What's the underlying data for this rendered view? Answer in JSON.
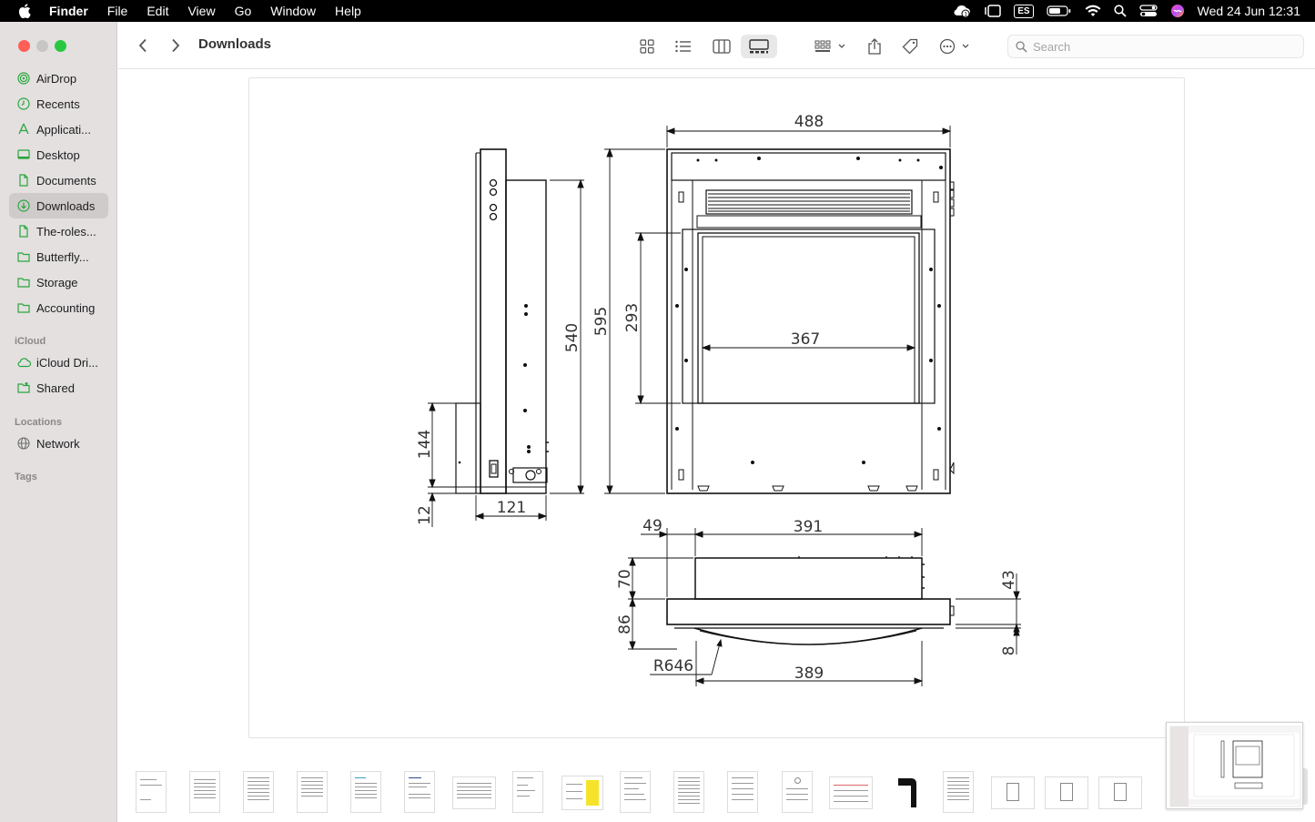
{
  "menubar": {
    "app": "Finder",
    "items": [
      "File",
      "Edit",
      "View",
      "Go",
      "Window",
      "Help"
    ],
    "input_source": "ES",
    "clock": "Wed 24 Jun  12:31",
    "status_icons": [
      "creative-cloud-icon",
      "stage-manager-icon",
      "input-source-icon",
      "battery-icon",
      "wifi-icon",
      "spotlight-icon",
      "control-center-icon",
      "siri-icon"
    ]
  },
  "sidebar": {
    "favorites": [
      {
        "label": "AirDrop",
        "icon": "airdrop-icon"
      },
      {
        "label": "Recents",
        "icon": "clock-icon"
      },
      {
        "label": "Applicati...",
        "icon": "applications-icon"
      },
      {
        "label": "Desktop",
        "icon": "desktop-icon"
      },
      {
        "label": "Documents",
        "icon": "document-icon"
      },
      {
        "label": "Downloads",
        "icon": "download-icon",
        "selected": true
      },
      {
        "label": "The-roles...",
        "icon": "document-icon"
      },
      {
        "label": "Butterfly...",
        "icon": "folder-icon"
      },
      {
        "label": "Storage",
        "icon": "folder-icon"
      },
      {
        "label": "Accounting",
        "icon": "folder-icon"
      }
    ],
    "icloud_header": "iCloud",
    "icloud": [
      {
        "label": "iCloud Dri...",
        "icon": "cloud-icon"
      },
      {
        "label": "Shared",
        "icon": "shared-folder-icon"
      }
    ],
    "locations_header": "Locations",
    "locations": [
      {
        "label": "Network",
        "icon": "network-icon"
      }
    ],
    "tags_header": "Tags",
    "accent_color": "#2aa53e"
  },
  "toolbar": {
    "title": "Downloads",
    "search_placeholder": "Search",
    "views": [
      "icon-view",
      "list-view",
      "column-view",
      "gallery-view"
    ],
    "active_view": "gallery-view"
  },
  "drawing": {
    "dims": {
      "top_width": "488",
      "side_height": "540",
      "front_height": "595",
      "opening_height": "293",
      "opening_width": "367",
      "side_box_height": "144",
      "base_height": "12",
      "side_depth": "121",
      "left_offset": "49",
      "plan_width": "391",
      "plan_depth": "70",
      "plan_frame": "86",
      "plan_right_top": "43",
      "plan_right_bottom": "8",
      "radius": "R646",
      "bottom_width": "389"
    }
  }
}
